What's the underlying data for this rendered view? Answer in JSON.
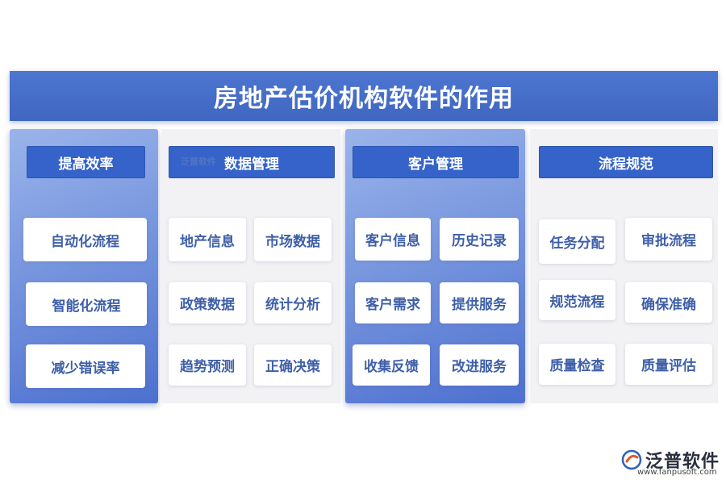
{
  "title": "房地产估价机构软件的作用",
  "columns": [
    {
      "header": "提高效率",
      "items": [
        "自动化流程",
        "智能化流程",
        "减少错误率"
      ]
    },
    {
      "header": "数据管理",
      "items": [
        "地产信息",
        "市场数据",
        "政策数据",
        "统计分析",
        "趋势预测",
        "正确决策"
      ]
    },
    {
      "header": "客户管理",
      "items": [
        "客户信息",
        "历史记录",
        "客户需求",
        "提供服务",
        "收集反馈",
        "改进服务"
      ]
    },
    {
      "header": "流程规范",
      "items": [
        "任务分配",
        "审批流程",
        "规范流程",
        "确保准确",
        "质量检查",
        "质量评估"
      ]
    }
  ],
  "watermark": "泛普软件",
  "logo": {
    "name": "泛普软件",
    "url": "www.fanpusoft.com"
  },
  "colors": {
    "accent": "#3563c9",
    "banner": "#4470c8",
    "item_text": "#3e5fa8"
  }
}
